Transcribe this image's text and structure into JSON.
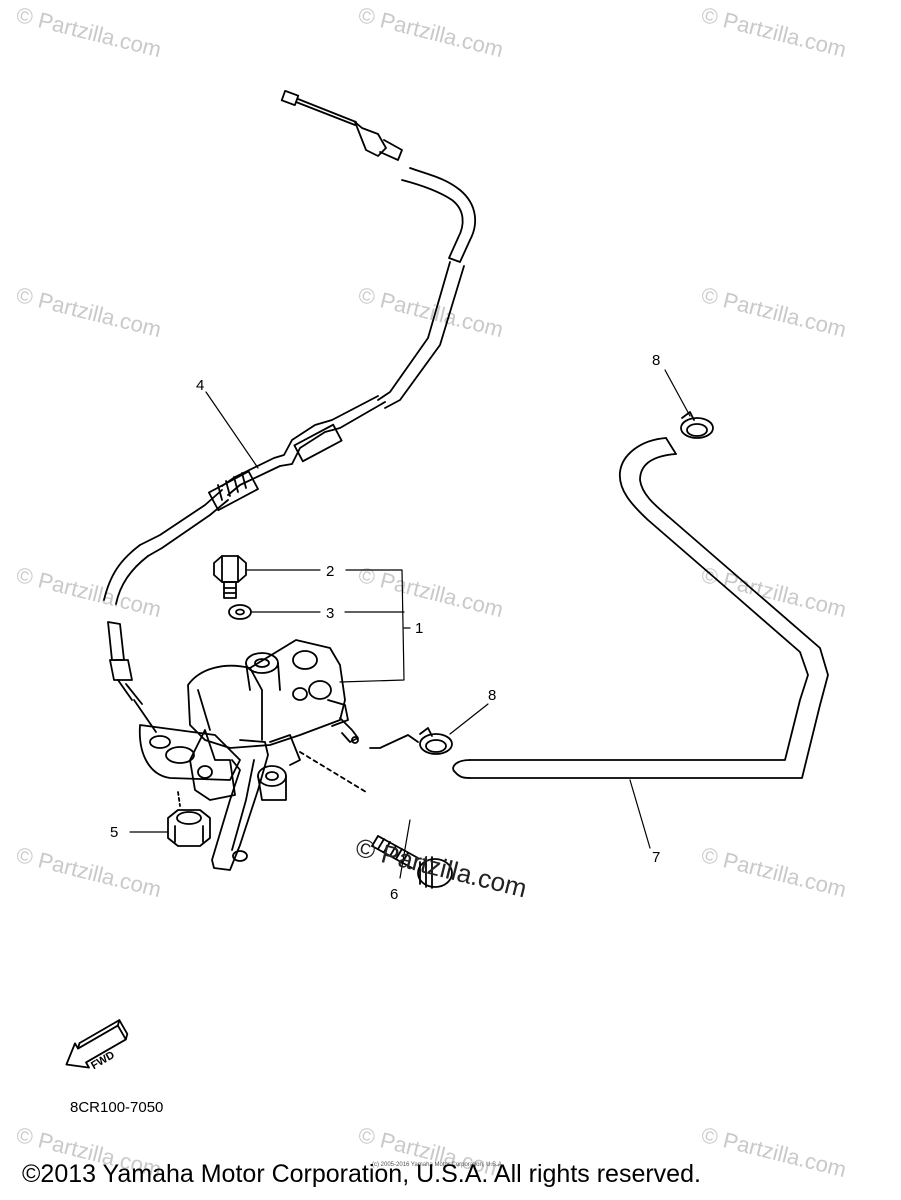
{
  "callouts": [
    {
      "id": "1",
      "text": "1"
    },
    {
      "id": "2",
      "text": "2"
    },
    {
      "id": "3",
      "text": "3"
    },
    {
      "id": "4",
      "text": "4"
    },
    {
      "id": "5",
      "text": "5"
    },
    {
      "id": "6",
      "text": "6"
    },
    {
      "id": "7",
      "text": "7"
    },
    {
      "id": "8a",
      "text": "8"
    },
    {
      "id": "8b",
      "text": "8"
    }
  ],
  "fwd_label": "FWD",
  "part_code": "8CR100-7050",
  "watermark": "© Partzilla.com",
  "center_watermark": "© Partzilla.com",
  "tiny_credit": "(c) 2005-2016 Yamaha Motor Corporation, U.S.A.",
  "copyright": "©2013 Yamaha Motor Corporation, U.S.A. All rights reserved."
}
